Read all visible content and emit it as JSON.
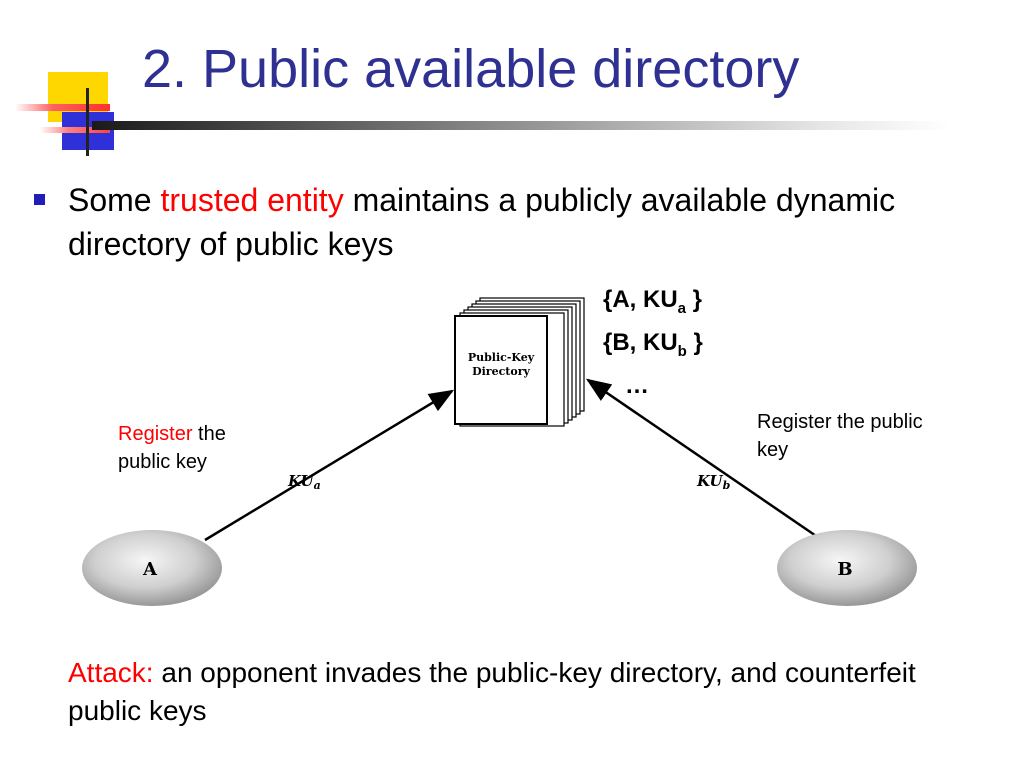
{
  "slide": {
    "title": "2. Public available directory",
    "bullet": {
      "text_before": "Some ",
      "highlight": "trusted entity",
      "text_after": " maintains a publicly available dynamic directory of public keys"
    }
  },
  "directory_entries": {
    "line1_prefix": "{A, KU",
    "line1_sub": "a",
    "line1_suffix": " }",
    "line2_prefix": "{B, KU",
    "line2_sub": "b",
    "line2_suffix": " }",
    "ellipsis": "…"
  },
  "diagram": {
    "directory_label_line1": "Public-Key",
    "directory_label_line2": "Directory",
    "node_a": "A",
    "node_b": "B",
    "edge_a_label": "KU",
    "edge_a_sub": "a",
    "edge_b_label": "KU",
    "edge_b_sub": "b"
  },
  "labels": {
    "left_highlight": "Register",
    "left_rest": " the public key",
    "right": "Register the public key"
  },
  "attack": {
    "label": "Attack:",
    "text": " an opponent invades the public-key directory, and counterfeit public keys"
  },
  "colors": {
    "title": "#2e3192",
    "highlight": "#ff0000",
    "bullet": "#1f1fb8"
  }
}
